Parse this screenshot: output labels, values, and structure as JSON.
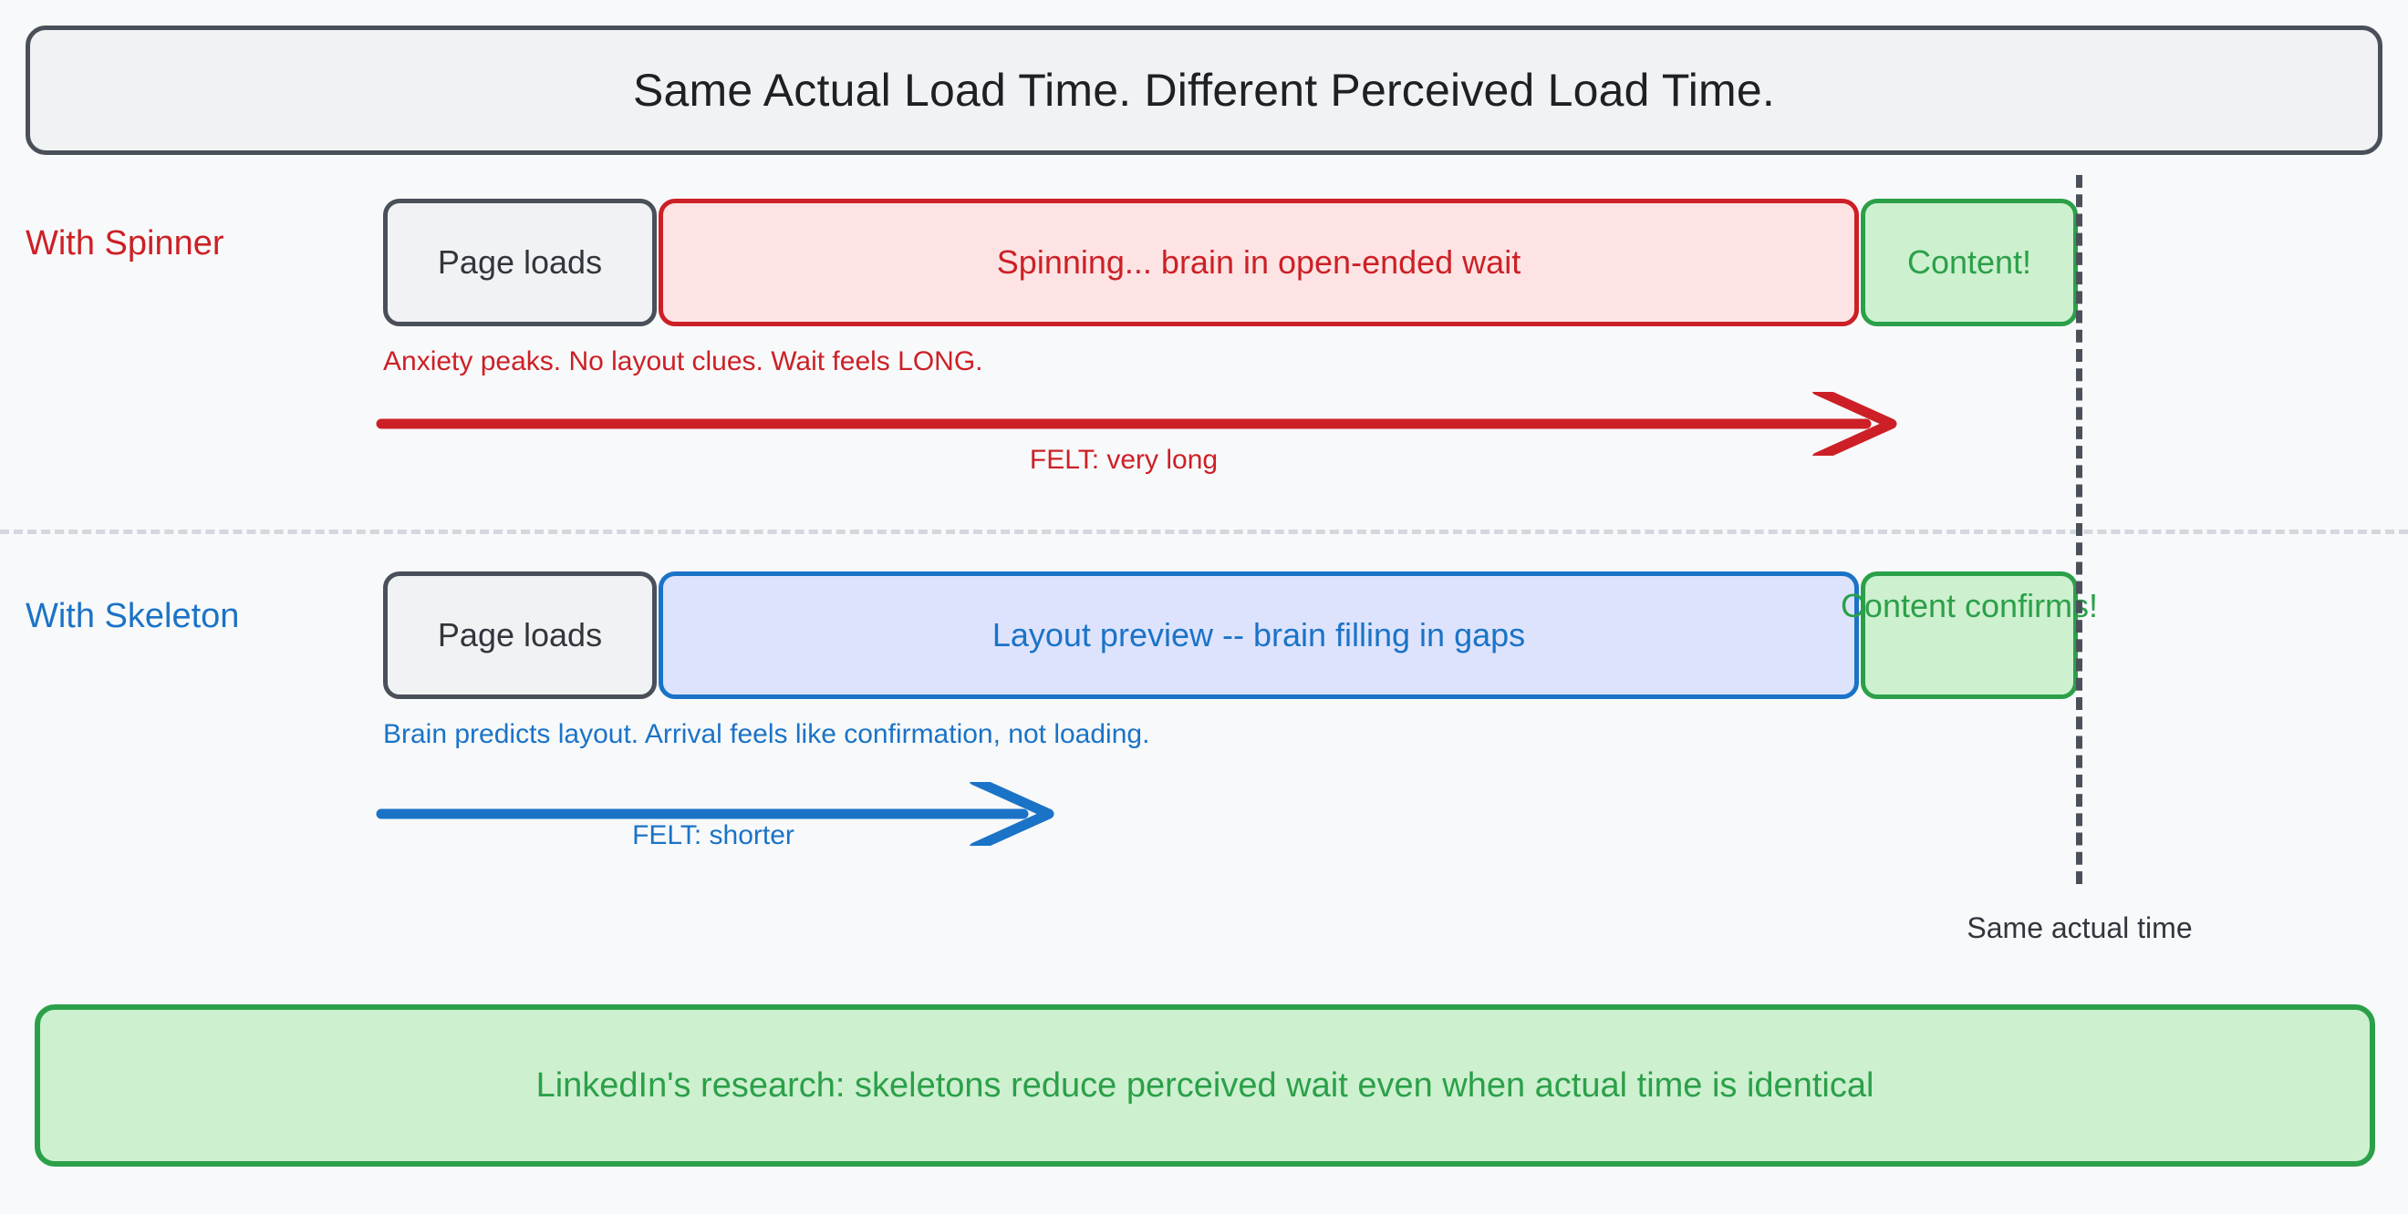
{
  "header": {
    "title": "Same Actual Load Time. Different Perceived Load Time."
  },
  "rows": [
    {
      "label": "With Spinner",
      "accent_color": "#cc2026",
      "segments": [
        {
          "label": "Page loads",
          "kind": "pageload"
        },
        {
          "label": "Spinning... brain in open-ended wait",
          "kind": "spinning"
        },
        {
          "label": "Content!",
          "kind": "content"
        }
      ],
      "caption": "Anxiety peaks. No layout clues. Wait feels LONG.",
      "felt_label": "FELT: very long"
    },
    {
      "label": "With Skeleton",
      "accent_color": "#1a73c7",
      "segments": [
        {
          "label": "Page loads",
          "kind": "pageload"
        },
        {
          "label": "Layout preview -- brain filling in gaps",
          "kind": "preview"
        },
        {
          "label": "Content confirms!",
          "kind": "content"
        }
      ],
      "caption": "Brain predicts layout. Arrival feels like confirmation, not loading.",
      "felt_label": "FELT: shorter"
    }
  ],
  "time_marker": {
    "label": "Same actual time"
  },
  "footer": {
    "text": "LinkedIn's research: skeletons reduce perceived wait even when actual time is identical"
  },
  "colors": {
    "page_background": "#f8f9fa",
    "header_fill": "#f1f2f3",
    "header_border": "#4a5059",
    "spinner_accent": "#cc2026",
    "spinner_fill": "#fde3e3",
    "skeleton_accent": "#1a73c7",
    "skeleton_fill": "#dde3fd",
    "content_accent": "#2ba049",
    "content_fill": "#cdf0cf",
    "neutral_text": "#31363d",
    "separator": "#d3d7de"
  }
}
